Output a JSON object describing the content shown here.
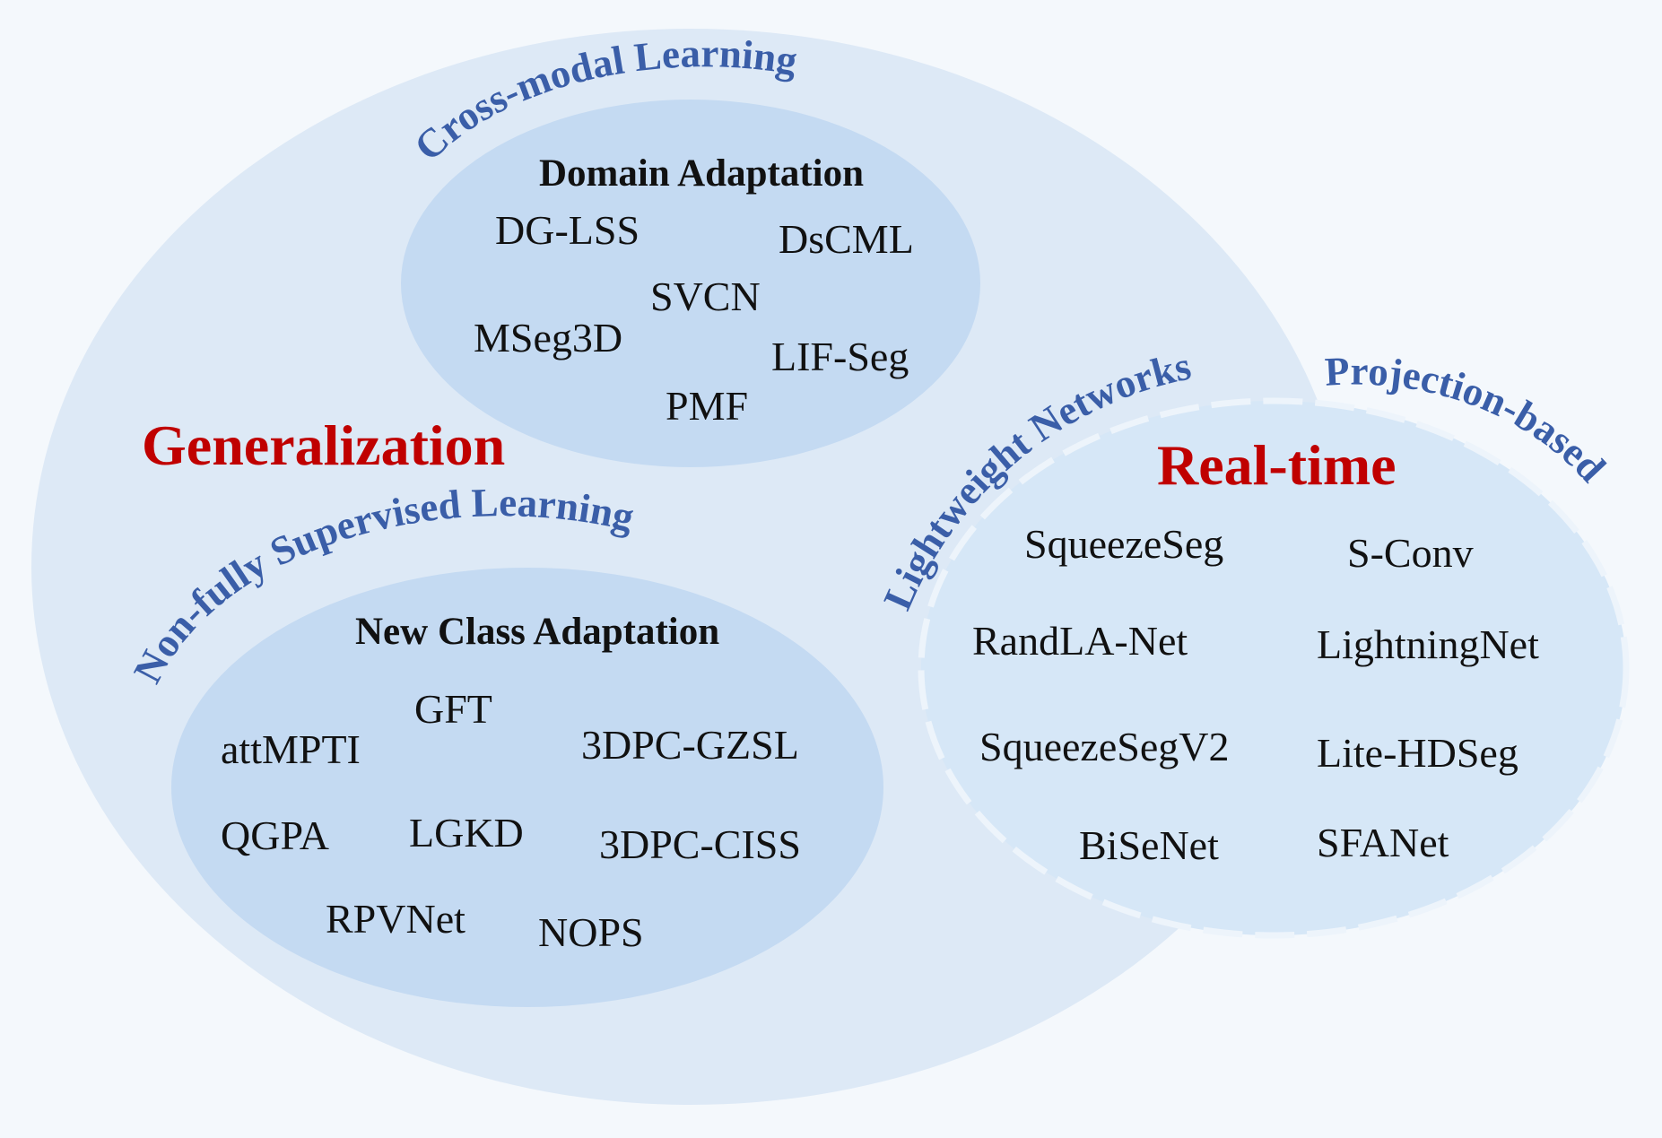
{
  "colors": {
    "background": "#f4f8fc",
    "big_ellipse": "#dde9f6",
    "inner_ellipse": "#c4daf2",
    "realtime_ellipse": "#d6e7f7",
    "realtime_border": "#edf4fb",
    "main_title": "#c00000",
    "arc_label": "#3a5ea8"
  },
  "generalization": {
    "title": "Generalization",
    "arc_label_top": "Cross-modal Learning",
    "arc_label_bottom": "Non-fully Supervised Learning",
    "domain_adaptation": {
      "title": "Domain Adaptation",
      "items": [
        "DG-LSS",
        "DsCML",
        "SVCN",
        "MSeg3D",
        "LIF-Seg",
        "PMF"
      ]
    },
    "new_class_adaptation": {
      "title": "New Class Adaptation",
      "items": [
        "GFT",
        "attMPTI",
        "3DPC-GZSL",
        "QGPA",
        "LGKD",
        "3DPC-CISS",
        "RPVNet",
        "NOPS"
      ]
    }
  },
  "realtime": {
    "title": "Real-time",
    "arc_label_left": "Lightweight Networks",
    "arc_label_right": "Projection-based",
    "items": [
      "SqueezeSeg",
      "S-Conv",
      "RandLA-Net",
      "LightningNet",
      "SqueezeSegV2",
      "Lite-HDSeg",
      "BiSeNet",
      "SFANet"
    ]
  }
}
